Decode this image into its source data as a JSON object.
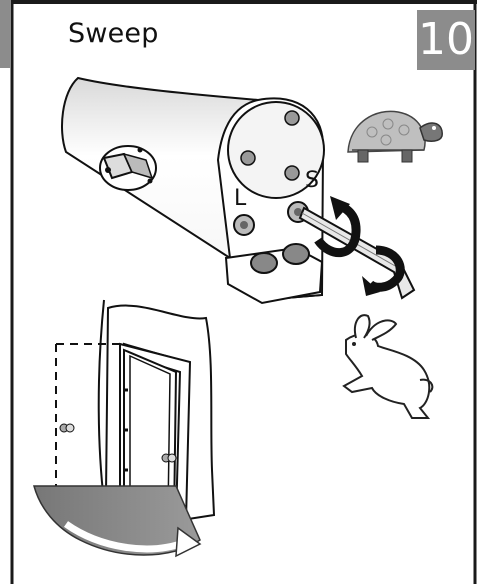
{
  "step": {
    "title": "Sweep",
    "number": "10"
  },
  "valve_labels": {
    "latch": "L",
    "sweep": "S"
  },
  "colors": {
    "badge": "#8c8c8c",
    "frame": "#1a1a1a",
    "floor_arc": "#8a8a8a"
  }
}
